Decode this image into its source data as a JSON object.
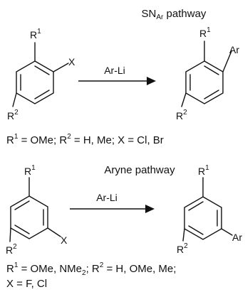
{
  "colors": {
    "ink": "#111111",
    "background": "#ffffff"
  },
  "top_scheme": {
    "title_prefix": "SN",
    "title_sub": "Ar",
    "title_suffix": " pathway",
    "reactant": {
      "r1_base": "R",
      "r1_sup": "1",
      "r2_base": "R",
      "r2_sup": "2",
      "x": "X"
    },
    "reagent": "Ar-Li",
    "product": {
      "r1_base": "R",
      "r1_sup": "1",
      "r2_base": "R",
      "r2_sup": "2",
      "ar": "Ar"
    },
    "conditions": {
      "r1_base": "R",
      "r1_sup": "1",
      "r1_rest": " = OMe; ",
      "r2_base": "R",
      "r2_sup": "2",
      "r2_rest": " = H, Me; X = Cl, Br"
    }
  },
  "bottom_scheme": {
    "title": "Aryne pathway",
    "reactant": {
      "r1_base": "R",
      "r1_sup": "1",
      "r2_base": "R",
      "r2_sup": "2",
      "x": "X"
    },
    "reagent": "Ar-Li",
    "product": {
      "r1_base": "R",
      "r1_sup": "1",
      "r2_base": "R",
      "r2_sup": "2",
      "ar": "Ar"
    },
    "conditions_line1": {
      "r1_base": "R",
      "r1_sup": "1",
      "r1_rest": " = OMe, NMe",
      "nme_sub": "2",
      "mid": "; ",
      "r2_base": "R",
      "r2_sup": "2",
      "r2_rest": " = H, OMe, Me;"
    },
    "conditions_line2": "X = F, Cl"
  }
}
